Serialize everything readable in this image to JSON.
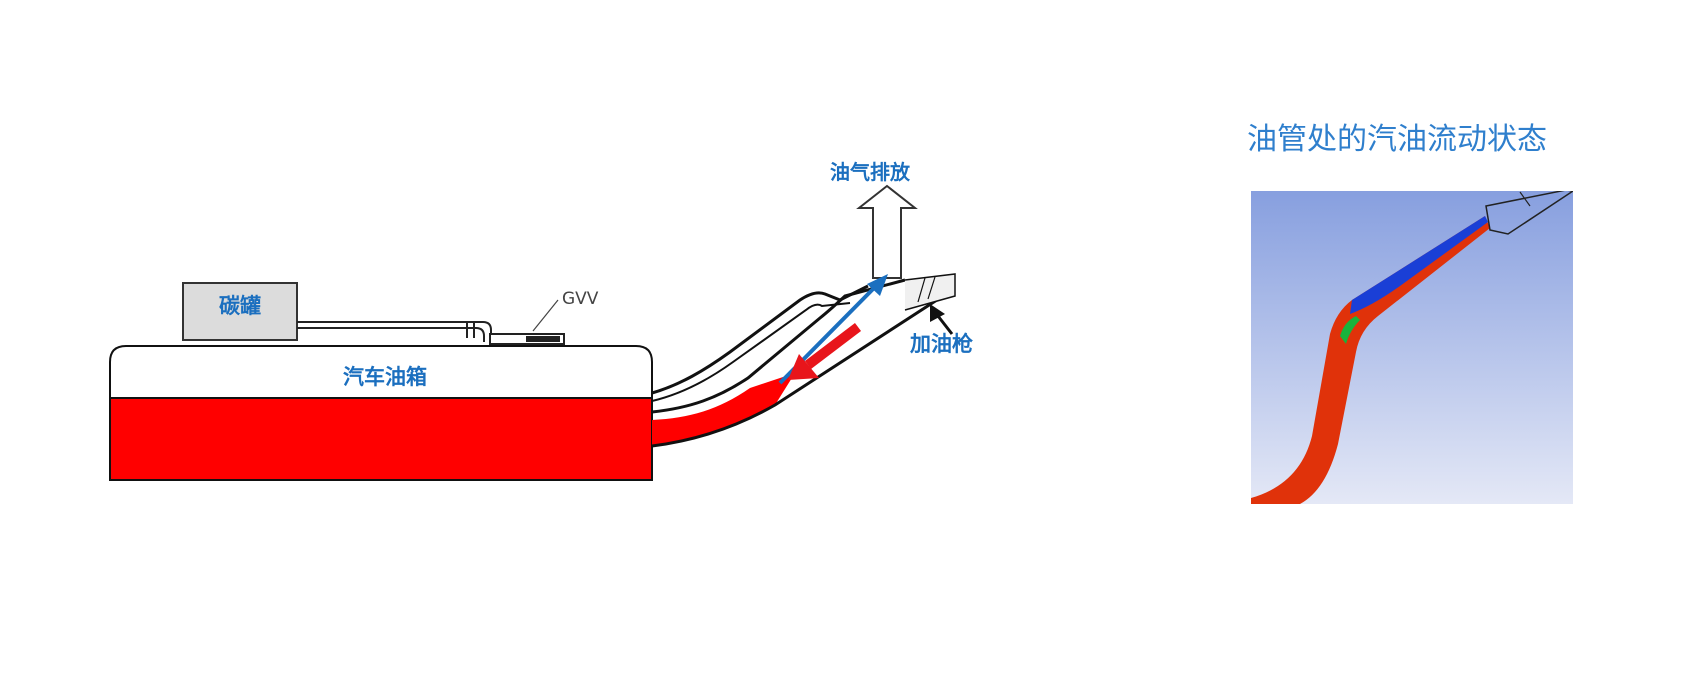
{
  "diagram": {
    "canister_label": "碳罐",
    "fuel_tank_label": "汽车油箱",
    "gvv_label": "GVV",
    "vapor_vent_label": "油气排放",
    "nozzle_label": "加油枪",
    "colors": {
      "fuel": "#ff0000",
      "label_blue": "#1b6fbf",
      "vapor_arrow": "#1b6fbf",
      "fuel_arrow": "#e8151b",
      "outline": "#111111",
      "canister_fill": "#dcdcdc"
    }
  },
  "simulation_panel": {
    "title": "油管处的汽油流动状态",
    "colors": {
      "bg_top": "#879fdf",
      "bg_bottom": "#e4e8f6",
      "liquid": "#e0320a",
      "vapor": "#1a3fd6"
    }
  }
}
